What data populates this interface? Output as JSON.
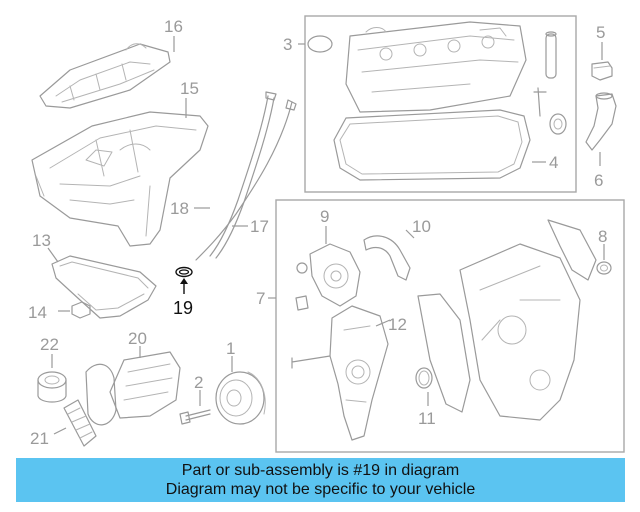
{
  "diagram": {
    "callouts": {
      "c1": "1",
      "c2": "2",
      "c3": "3",
      "c4": "4",
      "c5": "5",
      "c6": "6",
      "c7": "7",
      "c8": "8",
      "c9": "9",
      "c10": "10",
      "c11": "11",
      "c12": "12",
      "c13": "13",
      "c14": "14",
      "c15": "15",
      "c16": "16",
      "c17": "17",
      "c18": "18",
      "c19": "19",
      "c20": "20",
      "c21": "21",
      "c22": "22"
    },
    "highlighted_part": "19",
    "colors": {
      "line": "#9a9a9a",
      "highlight": "#111111",
      "banner": "#5bc4f1"
    }
  },
  "banner": {
    "line1": "Part or sub-assembly is #19 in diagram",
    "line2": "Diagram may not be specific to your vehicle"
  }
}
